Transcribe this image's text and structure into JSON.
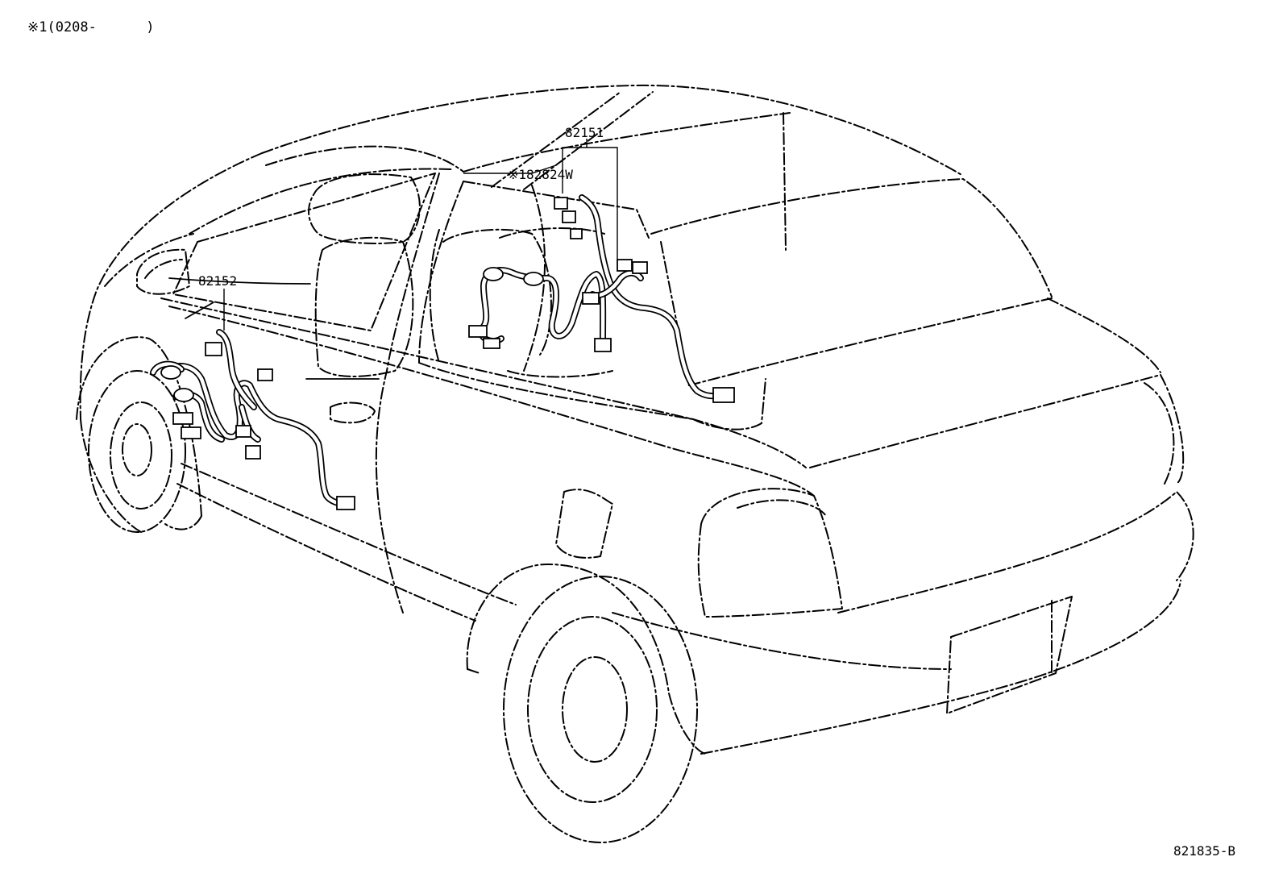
{
  "header": {
    "applicability_note": "※1(0208-      )"
  },
  "footer": {
    "diagram_code": "821835-B"
  },
  "callouts": [
    {
      "id": "82151",
      "label": "82151"
    },
    {
      "id": "82824W",
      "label": "※182824W"
    },
    {
      "id": "82152",
      "label": "82152"
    }
  ]
}
